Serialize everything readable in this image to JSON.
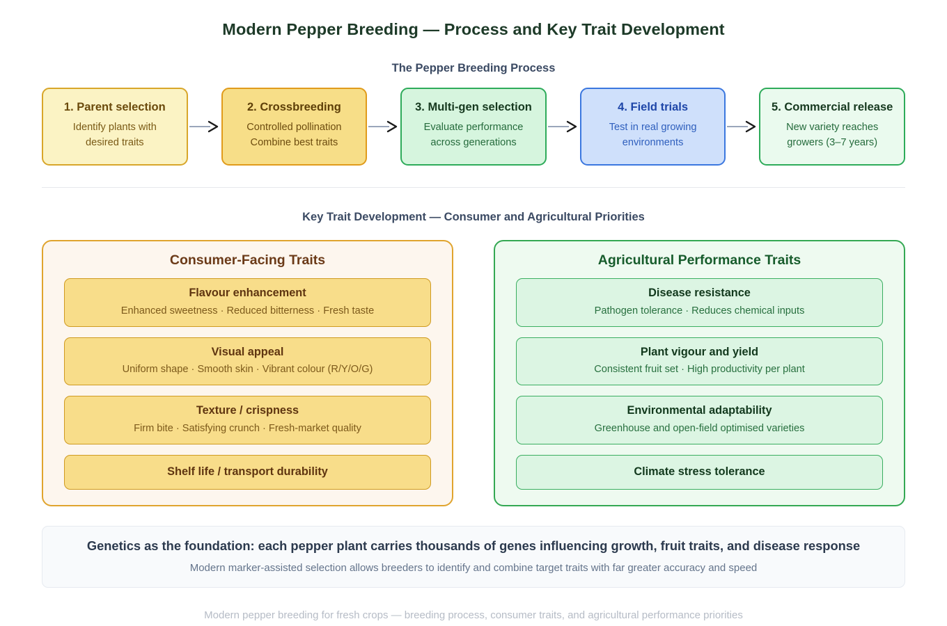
{
  "title": "Modern Pepper Breeding — Process and Key Trait Development",
  "process": {
    "heading": "The Pepper Breeding Process",
    "steps": [
      {
        "title": "1. Parent selection",
        "line1": "Identify plants with",
        "line2": "desired traits",
        "style": "fb-yellow"
      },
      {
        "title": "2. Crossbreeding",
        "line1": "Controlled pollination",
        "line2": "Combine best traits",
        "style": "fb-amber"
      },
      {
        "title": "3. Multi-gen selection",
        "line1": "Evaluate performance",
        "line2": "across generations",
        "style": "fb-green"
      },
      {
        "title": "4. Field trials",
        "line1": "Test in real growing",
        "line2": "environments",
        "style": "fb-blue"
      },
      {
        "title": "5. Commercial release",
        "line1": "New variety reaches",
        "line2": "growers (3–7 years)",
        "style": "fb-green2"
      }
    ]
  },
  "traits": {
    "heading": "Key Trait Development — Consumer and Agricultural Priorities",
    "consumer": {
      "title": "Consumer-Facing Traits",
      "cards": [
        {
          "title": "Flavour enhancement",
          "sub": "Enhanced sweetness · Reduced bitterness · Fresh taste"
        },
        {
          "title": "Visual appeal",
          "sub": "Uniform shape · Smooth skin · Vibrant colour (R/Y/O/G)"
        },
        {
          "title": "Texture / crispness",
          "sub": "Firm bite · Satisfying crunch · Fresh-market quality"
        },
        {
          "title": "Shelf life / transport durability",
          "sub": ""
        }
      ]
    },
    "agricultural": {
      "title": "Agricultural Performance Traits",
      "cards": [
        {
          "title": "Disease resistance",
          "sub": "Pathogen tolerance · Reduces chemical inputs"
        },
        {
          "title": "Plant vigour and yield",
          "sub": "Consistent fruit set · High productivity per plant"
        },
        {
          "title": "Environmental adaptability",
          "sub": "Greenhouse and open-field optimised varieties"
        },
        {
          "title": "Climate stress tolerance",
          "sub": ""
        }
      ]
    }
  },
  "banner": {
    "main": "Genetics as the foundation: each pepper plant carries thousands of genes influencing growth, fruit traits, and disease response",
    "sub": "Modern marker-assisted selection allows breeders to identify and combine target traits with far greater accuracy and speed"
  },
  "footer": "Modern pepper breeding for fresh crops — breeding process, consumer traits, and agricultural performance priorities",
  "colors": {
    "yellow_fill": "#fbf3c4",
    "amber_fill": "#f7de88",
    "green_fill": "#d6f5de",
    "blue_fill": "#cfe0fb",
    "green_light_fill": "#eafaee",
    "consumer_border": "#e0a42e",
    "agri_border": "#34a853",
    "arrow": "#9aa6bb"
  }
}
